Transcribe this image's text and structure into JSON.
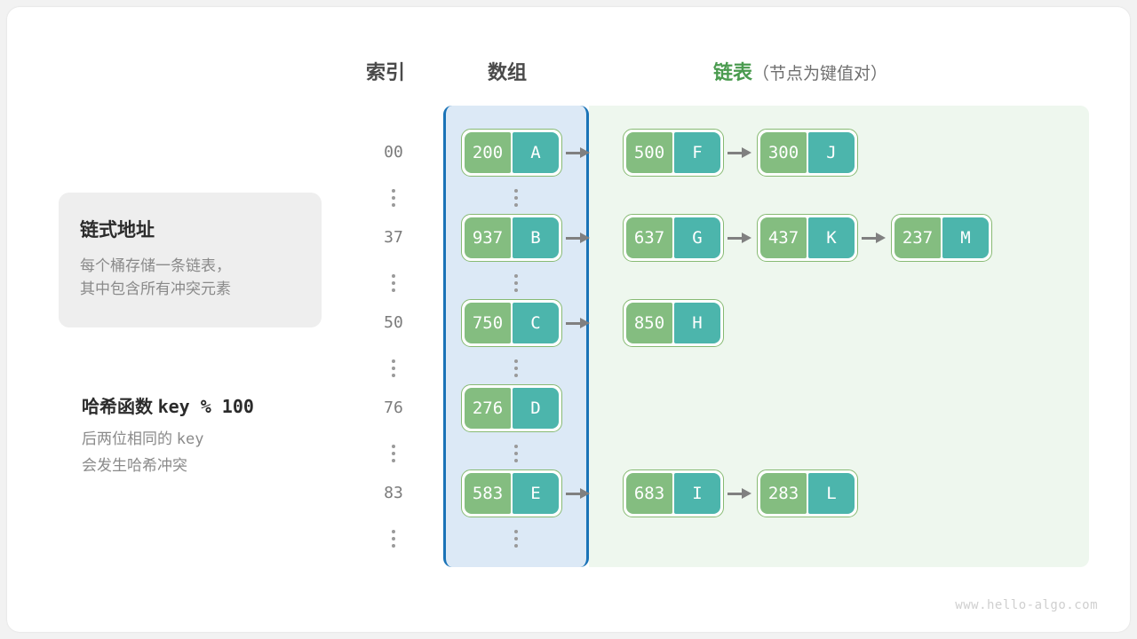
{
  "headers": {
    "index": "索引",
    "array": "数组",
    "list": "链表",
    "list_sub": "（节点为键值对）"
  },
  "info_card": {
    "title": "链式地址",
    "line1": "每个桶存储一条链表，",
    "line2": "其中包含所有冲突元素"
  },
  "hash_note": {
    "title_cn": "哈希函数",
    "title_mono": "key % 100",
    "line1_cn": "后两位相同的",
    "line1_mono": "key",
    "line2": "会发生哈希冲突"
  },
  "watermark": "www.hello-algo.com",
  "colors": {
    "array_panel_bg": "#dce9f6",
    "array_panel_border": "#1a73b7",
    "list_panel_bg": "#eef7ee",
    "node_key": "#84bd80",
    "node_value": "#4cb5ac",
    "node_border": "#87ba73",
    "arrow": "#808080",
    "header_green": "#4a9b4f",
    "info_card_bg": "#eeeeee"
  },
  "rows": [
    {
      "index": "00",
      "bucket": {
        "key": "200",
        "value": "A"
      },
      "chain": [
        {
          "key": "500",
          "value": "F"
        },
        {
          "key": "300",
          "value": "J"
        }
      ]
    },
    {
      "index": "37",
      "bucket": {
        "key": "937",
        "value": "B"
      },
      "chain": [
        {
          "key": "637",
          "value": "G"
        },
        {
          "key": "437",
          "value": "K"
        },
        {
          "key": "237",
          "value": "M"
        }
      ]
    },
    {
      "index": "50",
      "bucket": {
        "key": "750",
        "value": "C"
      },
      "chain": [
        {
          "key": "850",
          "value": "H"
        }
      ]
    },
    {
      "index": "76",
      "bucket": {
        "key": "276",
        "value": "D"
      },
      "chain": []
    },
    {
      "index": "83",
      "bucket": {
        "key": "583",
        "value": "E"
      },
      "chain": [
        {
          "key": "683",
          "value": "I"
        },
        {
          "key": "283",
          "value": "L"
        }
      ]
    }
  ]
}
